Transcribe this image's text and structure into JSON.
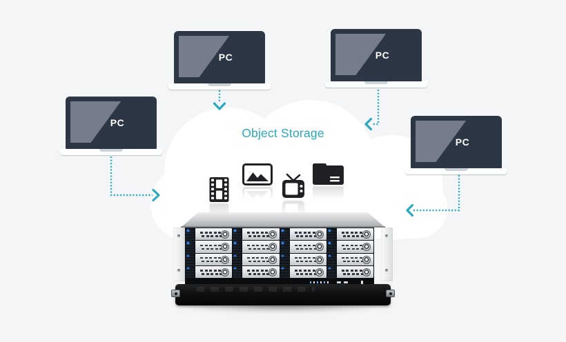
{
  "background_color": "#f4f5f6",
  "accent_color": "#29a9bd",
  "cloud": {
    "label": "Object Storage",
    "label_color": "#29a9bd",
    "icons": [
      {
        "name": "film-icon",
        "meaning": "video content"
      },
      {
        "name": "image-icon",
        "meaning": "photo content"
      },
      {
        "name": "tv-icon",
        "meaning": "media content"
      },
      {
        "name": "folder-icon",
        "meaning": "file content"
      }
    ]
  },
  "clients": [
    {
      "id": "pc-left",
      "label": "PC"
    },
    {
      "id": "pc-top-middle",
      "label": "PC"
    },
    {
      "id": "pc-top-right",
      "label": "PC"
    },
    {
      "id": "pc-right",
      "label": "PC"
    }
  ],
  "connections": [
    {
      "from": "pc-left",
      "to": "cloud",
      "direction": "right"
    },
    {
      "from": "pc-top-middle",
      "to": "cloud",
      "direction": "down"
    },
    {
      "from": "pc-top-right",
      "to": "cloud",
      "direction": "left"
    },
    {
      "from": "pc-right",
      "to": "cloud",
      "direction": "left"
    }
  ],
  "server": {
    "type": "rackmount-storage-server",
    "bay_rows": 4,
    "bay_cols": 4,
    "bay_count": 16,
    "led_color": "#3f8cff"
  }
}
